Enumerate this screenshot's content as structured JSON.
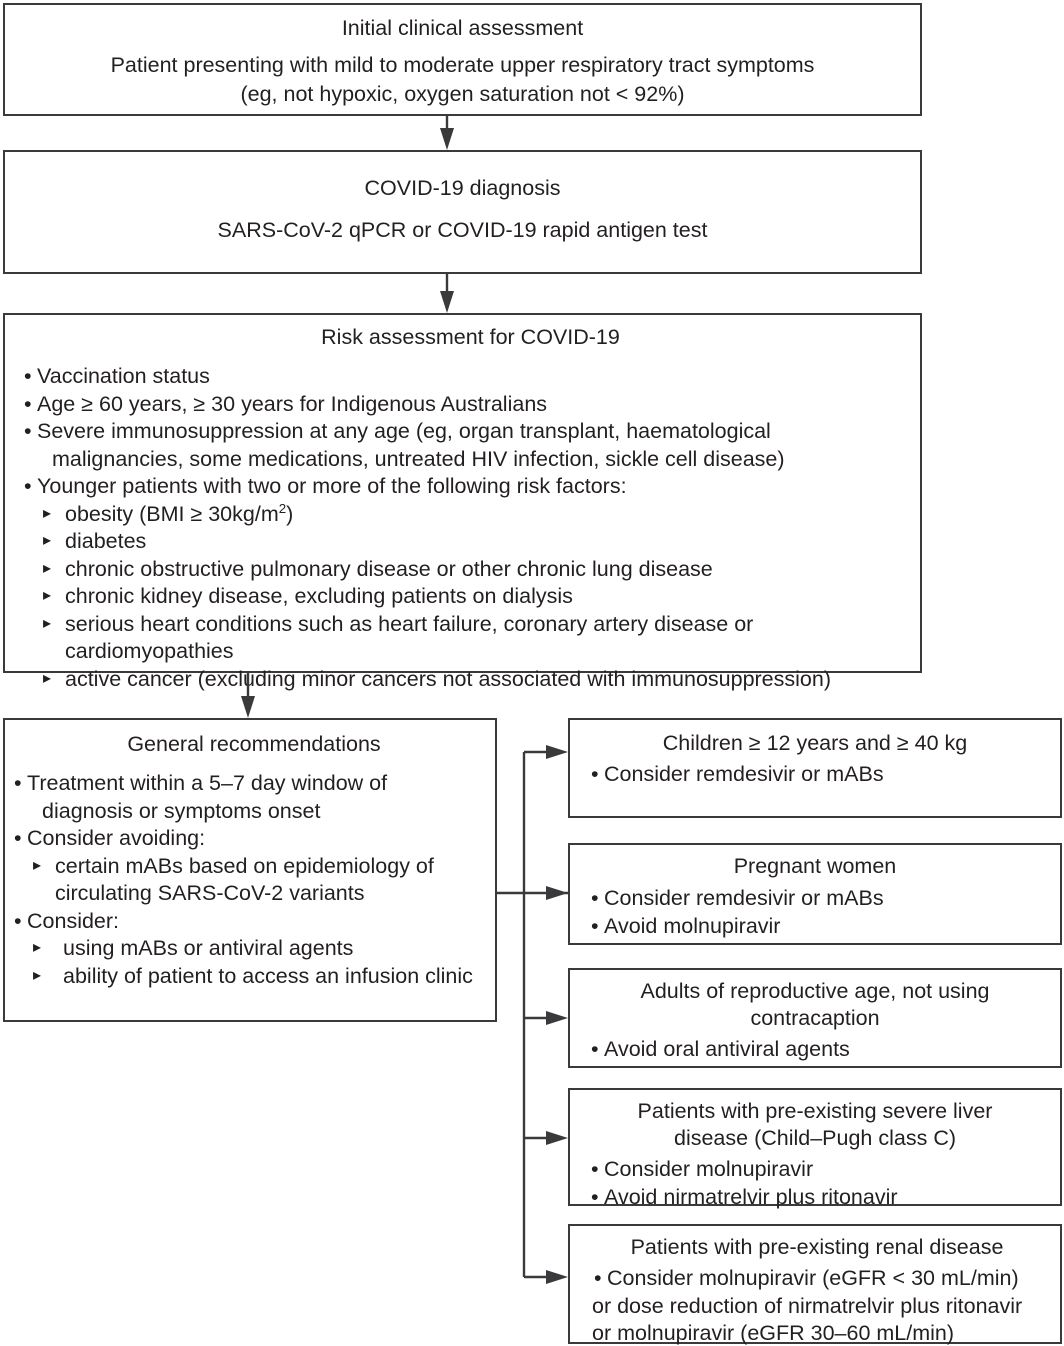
{
  "diagram": {
    "title": "COVID-19 outpatient management flowchart",
    "line_color": "#3a3a3c",
    "text_color": "#231f20",
    "background": "#ffffff"
  },
  "nodes": {
    "initial_assessment": {
      "title": "Initial clinical assessment",
      "body": "Patient presenting with mild to moderate upper respiratory tract symptoms\n(eg, not hypoxic, oxygen saturation not < 92%)"
    },
    "covid_diagnosis": {
      "title": "COVID-19 diagnosis",
      "body": "SARS-CoV-2 qPCR or COVID-19 rapid antigen test"
    },
    "risk_assessment": {
      "title": "Risk assessment for COVID-19",
      "bullets": [
        "Vaccination status",
        "Age ≥ 60 years, ≥ 30 years for Indigenous Australians",
        "Severe immunosuppression at any age (eg, organ transplant, haematological malignancies, some medications, untreated HIV infection, sickle cell disease)",
        "Younger patients with two or more of the following risk factors:"
      ],
      "risk_factors": [
        "obesity (BMI ≥ 30kg/m",
        "diabetes",
        "chronic obstructive pulmonary disease or other chronic lung disease",
        "chronic kidney disease, excluding patients on dialysis",
        "serious heart conditions such as heart failure, coronary artery disease or cardiomyopathies",
        "active cancer (excluding minor cancers not associated with immunosuppression)"
      ],
      "obesity_superscript": "2",
      "obesity_suffix": ")"
    },
    "general_recommendations": {
      "title": "General recommendations",
      "items": [
        {
          "text": "Treatment within a 5–7 day window of diagnosis or symptoms onset",
          "sub": []
        },
        {
          "text": "Consider avoiding:",
          "sub": [
            "certain mABs based on epidemiology of circulating SARS-CoV-2 variants"
          ]
        },
        {
          "text": "Consider:",
          "sub": [
            "using mABs or antiviral agents",
            "ability of patient to access an infusion clinic"
          ]
        }
      ]
    },
    "children": {
      "title": "Children ≥ 12 years and ≥ 40 kg",
      "bullets": [
        "Consider remdesivir or mABs"
      ]
    },
    "pregnant_women": {
      "title": "Pregnant women",
      "bullets": [
        "Consider remdesivir or mABs",
        "Avoid molnupiravir"
      ]
    },
    "reproductive_age": {
      "title": "Adults of reproductive age, not using\ncontracaption",
      "bullets": [
        "Avoid oral antiviral agents"
      ]
    },
    "liver_disease": {
      "title": "Patients with pre-existing severe liver\ndisease (Child–Pugh class C)",
      "bullets": [
        "Consider molnupiravir",
        "Avoid nirmatrelvir plus ritonavir"
      ]
    },
    "renal_disease": {
      "title": "Patients with pre-existing renal disease",
      "bullet_first_line": "Consider molnupiravir (eGFR < 30 mL/min)",
      "bullet_rest": "or dose reduction of nirmatrelvir plus ritonavir\nor molnupiravir (eGFR 30–60 mL/min)"
    }
  }
}
